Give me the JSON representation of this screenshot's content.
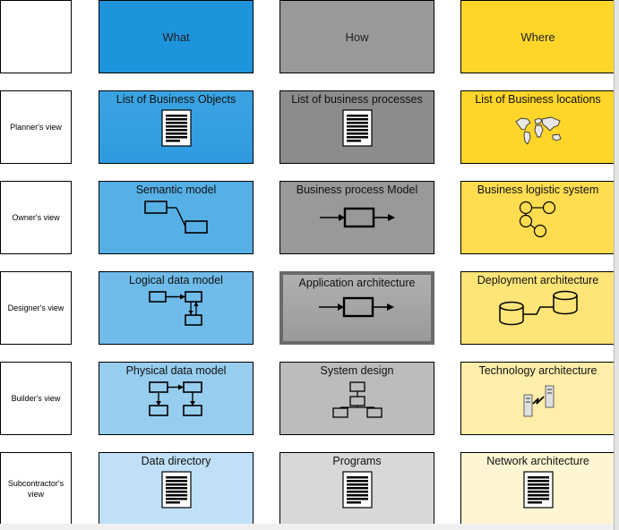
{
  "columns": [
    {
      "id": "what",
      "label": "What",
      "color": "#1e94dc"
    },
    {
      "id": "how",
      "label": "How",
      "color": "#999999"
    },
    {
      "id": "where",
      "label": "Where",
      "color": "#ffd52a"
    }
  ],
  "rows": [
    {
      "label": "Planner's view",
      "cells": [
        {
          "text": "List of Business Objects",
          "icon": "document-icon",
          "bg": "linear-gradient(#3aa4e2,#2f9ae0)"
        },
        {
          "text": "List of business  processes",
          "icon": "document-icon",
          "bg": "#8c8c8c"
        },
        {
          "text": "List of Business locations",
          "icon": "world-map-icon",
          "bg": "#ffd52a"
        }
      ]
    },
    {
      "label": "Owner's view",
      "cells": [
        {
          "text": "Semantic model",
          "icon": "semantic-model-icon",
          "bg": "#56b0e6"
        },
        {
          "text": "Business process Model",
          "icon": "process-flow-icon",
          "bg": "#999999"
        },
        {
          "text": "Business logistic system",
          "icon": "node-network-icon",
          "bg": "#ffdc50"
        }
      ]
    },
    {
      "label": "Designer's view",
      "cells": [
        {
          "text": "Logical data model",
          "icon": "logical-data-model-icon",
          "bg": "#6fbbe9"
        },
        {
          "text": "Application architecture",
          "icon": "process-flow-icon",
          "bg": "linear-gradient(#b0b0b0,#9a9a9a)"
        },
        {
          "text": "Deployment architecture",
          "icon": "database-link-icon",
          "bg": "#ffe478"
        }
      ]
    },
    {
      "label": "Builder's view",
      "cells": [
        {
          "text": "Physical data model",
          "icon": "physical-data-model-icon",
          "bg": "#97cdee"
        },
        {
          "text": "System design",
          "icon": "hierarchy-icon",
          "bg": "#bcbcbc"
        },
        {
          "text": "Technology architecture",
          "icon": "server-icon",
          "bg": "#ffeeaa"
        }
      ]
    },
    {
      "label": "Subcontractor's view",
      "cells": [
        {
          "text": "Data directory",
          "icon": "document-icon",
          "bg": "#bfe0f6"
        },
        {
          "text": "Programs",
          "icon": "document-icon",
          "bg": "#d8d8d8"
        },
        {
          "text": "Network architecture",
          "icon": "document-icon",
          "bg": "#fff5d2"
        }
      ]
    }
  ]
}
